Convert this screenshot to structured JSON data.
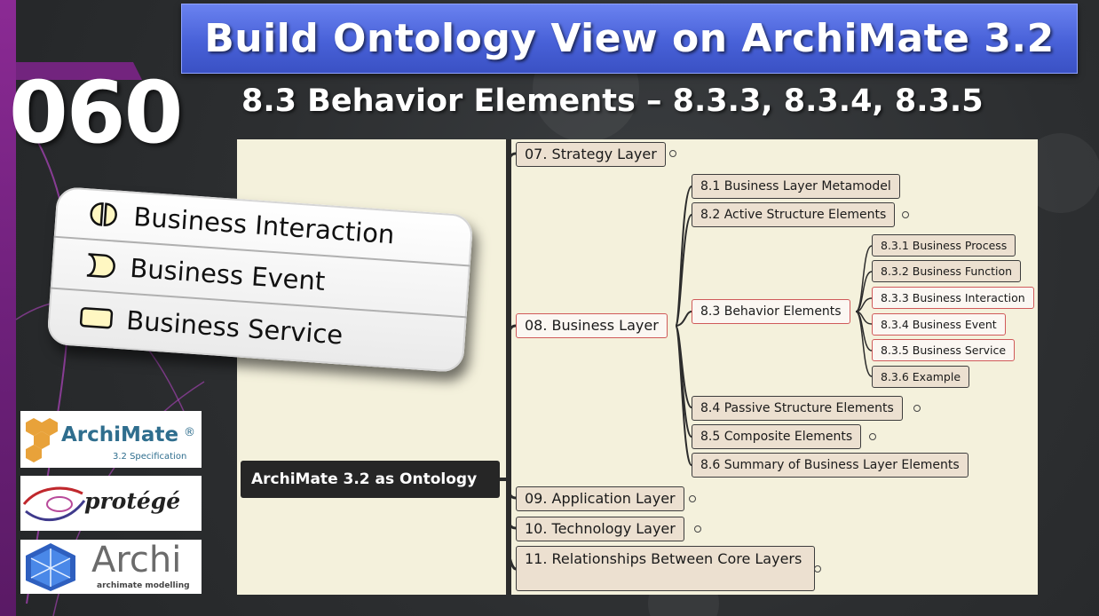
{
  "title": "Build Ontology View on ArchiMate 3.2",
  "episode_number": "060",
  "subtitle": "8.3 Behavior Elements – 8.3.3, 8.3.4, 8.3.5",
  "callout": {
    "items": [
      {
        "label": "Business Interaction",
        "icon": "business-interaction-icon"
      },
      {
        "label": "Business Event",
        "icon": "business-event-icon"
      },
      {
        "label": "Business Service",
        "icon": "business-service-icon"
      }
    ],
    "fill": "#fff7c2"
  },
  "logos": {
    "archimate": {
      "name": "ArchiMate",
      "registered": "®",
      "caption": "3.2 Specification"
    },
    "protege": {
      "name": "protégé"
    },
    "archi": {
      "name": "Archi",
      "caption": "archimate modelling"
    }
  },
  "mindmap": {
    "root": "ArchiMate 3.2 as Ontology",
    "chapters": [
      {
        "label": "07. Strategy Layer"
      },
      {
        "label": "08. Business Layer"
      },
      {
        "label": "09. Application Layer"
      },
      {
        "label": "10. Technology Layer"
      },
      {
        "label": "11. Relationships Between Core Layers"
      }
    ],
    "sections": [
      {
        "label": "8.1 Business Layer Metamodel"
      },
      {
        "label": "8.2 Active Structure Elements"
      },
      {
        "label": "8.3 Behavior Elements"
      },
      {
        "label": "8.4 Passive Structure Elements"
      },
      {
        "label": "8.5 Composite Elements"
      },
      {
        "label": "8.6 Summary of Business Layer Elements"
      }
    ],
    "subsections": [
      {
        "label": "8.3.1 Business Process"
      },
      {
        "label": "8.3.2 Business Function"
      },
      {
        "label": "8.3.3 Business Interaction"
      },
      {
        "label": "8.3.4 Business Event"
      },
      {
        "label": "8.3.5 Business Service"
      },
      {
        "label": "8.3.6 Example"
      }
    ]
  },
  "colors": {
    "title_bar": "#4861d8",
    "accent_purple": "#8b2a94",
    "mindmap_background": "#f4f1dc",
    "node_fill": "#ece0d0",
    "highlight_border": "#d05a5a",
    "root_fill": "#262626"
  }
}
